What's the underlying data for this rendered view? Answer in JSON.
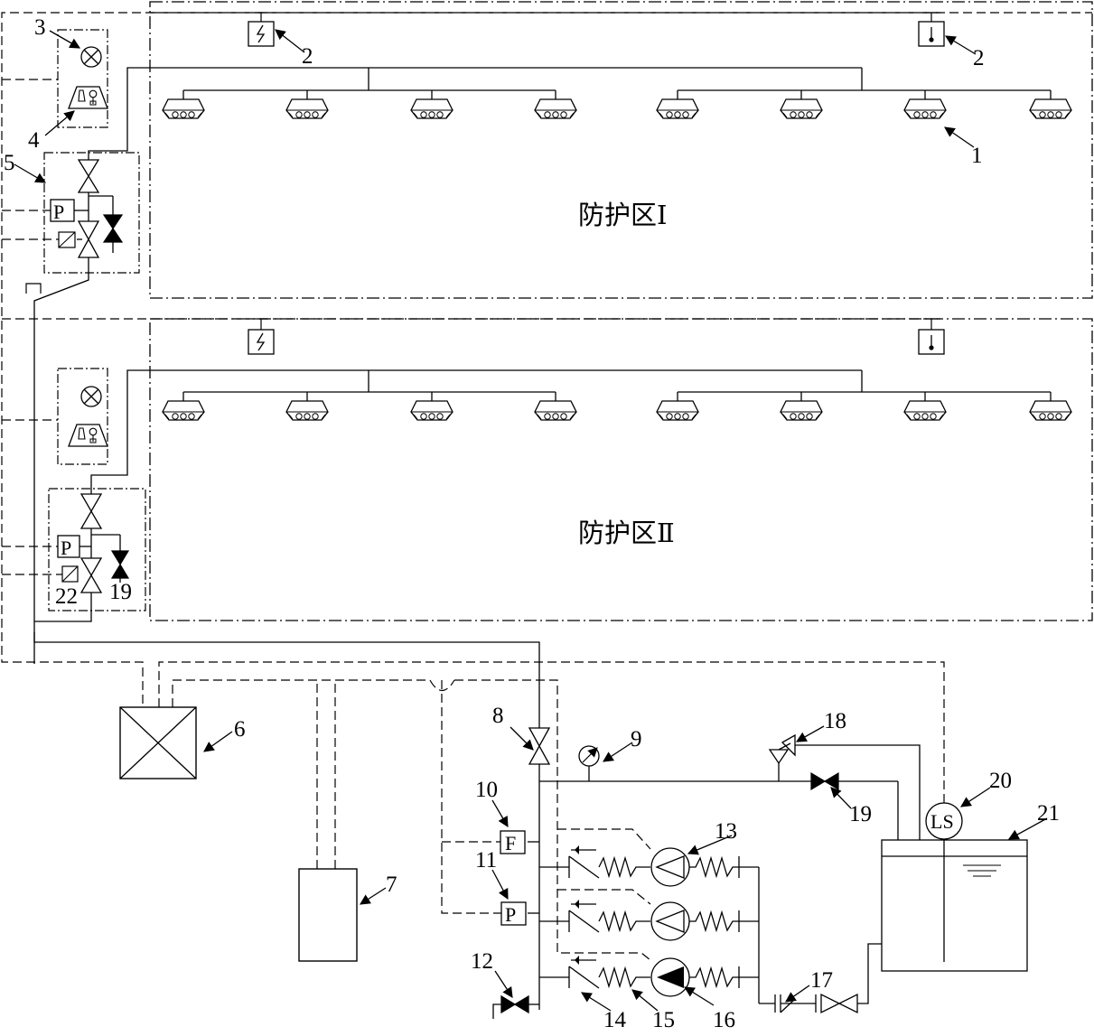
{
  "zones": [
    {
      "label": "防护区Ⅰ"
    },
    {
      "label": "防护区Ⅱ"
    }
  ],
  "callouts": [
    "1",
    "2",
    "2",
    "3",
    "4",
    "5",
    "6",
    "7",
    "8",
    "9",
    "10",
    "11",
    "12",
    "13",
    "14",
    "15",
    "16",
    "17",
    "18",
    "19",
    "20",
    "21",
    "22",
    "19"
  ],
  "symbols": {
    "pressure": "P",
    "flow": "F",
    "level": "LS"
  }
}
